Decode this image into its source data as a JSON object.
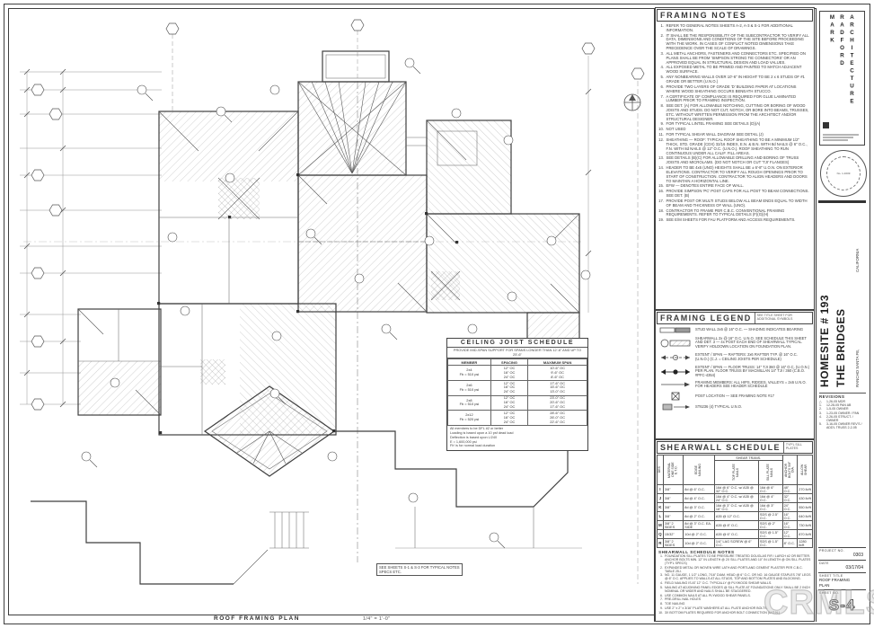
{
  "plan": {
    "title": "ROOF FRAMING PLAN",
    "scale": "1/4\" = 1'-0\"",
    "note_box": "SEE SHEETS S-1 & S-3 FOR TYPICAL NOTES SPECS ETC."
  },
  "watermark": "CRMLS",
  "colors": {
    "line": "#3f3f3f",
    "hatch": "#9a9a9a",
    "watermark": "#c9c9c9"
  },
  "framing_notes": {
    "title": "FRAMING NOTES",
    "items": [
      {
        "n": "1.",
        "t": "REFER TO GENERAL NOTES SHEETS A-2, A-3 & S-1 FOR ADDITIONAL INFORMATION."
      },
      {
        "n": "2.",
        "t": "IT SHALL BE THE RESPONSIBILITY OF THE SUBCONTRACTOR TO VERIFY ALL DATA, DIMENSIONS AND CONDITIONS OF THE SITE BEFORE PROCEEDING WITH THE WORK. IN CASES OF CONFLICT NOTED DIMENSIONS TAKE PRECEDENCE OVER THE SCALE OF DRAWINGS."
      },
      {
        "n": "3.",
        "t": "ALL METAL ANCHORS, FASTENERS AND CONNECTORS ETC. SPECIFIED ON PLANS SHALL BE FROM 'SIMPSON STRONG TIE CONNECTORS' OR AN APPROVED EQUAL IN STRUCTURAL DESIGN AND LOAD VALUES."
      },
      {
        "n": "4.",
        "t": "ALL EXPOSED METAL TO BE PRIMED AND PAINTED TO MATCH ADJACENT WOOD SURFACE."
      },
      {
        "n": "5.",
        "t": "ANY NONBEARING WALLS OVER 10'-6\" IN HEIGHT TO BE 2 x 6 STUDS OF #1 GRADE OR BETTER (U.N.O.)"
      },
      {
        "n": "6.",
        "t": "PROVIDE TWO LAYERS OF GRADE 'D' BUILDING PAPER AT LOCATIONS WHERE WOOD SHEATHING OCCURS BENEATH STUCCO."
      },
      {
        "n": "7.",
        "t": "A CERTIFICATE OF COMPLIANCE IS REQUIRED FOR GLUE LAMINATED LUMBER PRIOR TO FRAMING INSPECTION."
      },
      {
        "n": "8.",
        "t": "SEE DET. (A) FOR ALLOWABLE NOTCHING, CUTTING OR BORING OF WOOD JOISTS AND STUDS. DO NOT CUT, NOTCH, OR BORE INTO BEAMS, TRUSSES, ETC. WITHOUT WRITTEN PERMISSION FROM THE ARCHITECT AND/OR STRUCTURAL DESIGNER."
      },
      {
        "n": "9.",
        "t": "FOR TYPICAL LINTEL FRAMING SEE DETAILS (D)(A)"
      },
      {
        "n": "10.",
        "t": "NOT USED"
      },
      {
        "n": "11.",
        "t": "FOR TYPICAL SHEAR WALL DIAGRAM SEE DETAIL (J)"
      },
      {
        "n": "12.",
        "t": "SHEATHING — ROOF: TYPICAL ROOF SHEATHING TO BE A MINIMUM 1/2\" THICK, STD. GRADE (CDX) 32/16 INDEX, E.N. & B.N. WITH 8d NAILS @ 6\" O.C., F.N. WITH 8d NAILS @ 12\" O.C. (U.N.O.). ROOF SHEATHING TO RUN CONTINUOUS UNDER ALL CALIF. FILL AREAS."
      },
      {
        "n": "13.",
        "t": "SEE DETAILS (B)(C) FOR ALLOWABLE DRILLING AND BORING OF TRUSS JOISTS AND MICROLAMS. (DO NOT NOTCH OR CUT 'TJI' FLANGES)"
      },
      {
        "n": "14.",
        "t": "HEADER TO BE 4x6 (UNO) HEIGHTS SHALL BE ± 6'-8\" U.O.N. ON EXTERIOR ELEVATIONS. CONTRACTOR TO VERIFY ALL ROUGH OPENINGS PRIOR TO START OF CONSTRUCTION. CONTRACTOR TO ALIGN HEADERS AND DOORS TO MAINTAIN A HORIZONTAL LINE."
      },
      {
        "n": "15.",
        "t": "EFW — DENOTES ENTIRE FACE OF WALL."
      },
      {
        "n": "16.",
        "t": "PROVIDE SIMPSON 'PC' POST CAPS FOR ALL POST TO BEAM CONNECTIONS. SEE DET. (B)"
      },
      {
        "n": "17.",
        "t": "PROVIDE POST OR MULTI STUDS BELOW ALL BEAM ENDS EQUAL TO WIDTH OF BEAM AND THICKNESS OF WALL (UNO)."
      },
      {
        "n": "18.",
        "t": "CONTRACTOR TO FRAME PER C.B.C. CONVENTIONAL FRAMING REQUIREMENTS. REFER TO TYPICAL DETAILS (F)(G)(H)"
      },
      {
        "n": "19.",
        "t": "SEE E/M SHEETS FOR FAU PLATFORM AND ACCESS REQUIREMENTS."
      }
    ]
  },
  "framing_legend": {
    "title": "FRAMING LEGEND",
    "side_note": "SEE TITLE SHEET FOR ADDITIONAL SYMBOLS",
    "items": [
      {
        "symbol": "stud-wall",
        "text": "STUD WALL 2x6 @ 16\" O.C. — SHADING INDICATES BEARING"
      },
      {
        "symbol": "shearwall",
        "text": "SHEARWALL 2x @ 16\" O.C. U.N.O. SEE SCHEDULE THIS SHEET AND DET. 3 — 4x POST EACH END OF SHEARWALL TYPICAL. VERIFY HOLDOWN LOCATION ON FOUNDATION PLAN."
      },
      {
        "symbol": "rafter-extent",
        "text": "EXTENT / SPAN — RAFTERS: 2x6 RAFTER TYP. @ 16\" O.C. (U.N.O.) (C.J. = CEILING JOISTS PER SCHEDULE)"
      },
      {
        "symbol": "floor-truss-extent",
        "text": "EXTENT / SPAN — FLOOR TRUSS: 14\" TJI 360 @ 16\" O.C. (U.O.N.) PER PLAN. FLOOR TRUSS BY MACMILLAN 14\" TJI / 360 (C.B.O. #PFC-4354)"
      },
      {
        "symbol": "framing-member",
        "text": "FRAMING MEMBERS: ALL HIPS, RIDGES, VALLEYS = 2x6 U.N.O. FOR HEADERS SEE HEADER SCHEDULE"
      },
      {
        "symbol": "post",
        "text": "POST LOCATION — SEE FRAMING NOTE #17"
      },
      {
        "symbol": "strap",
        "text": "ST6236 (4) TYPICAL U.N.O."
      }
    ]
  },
  "ceiling_joist_schedule": {
    "title": "CEILING JOIST SCHEDULE",
    "subtitle": "PROVIDE MID-SPAN SUPPORT FOR SPANS LONGER THAN 12'-6\" AND UP TO 25'-6\"",
    "columns": [
      "MEMBER",
      "SPACING",
      "MAXIMUM SPAN"
    ],
    "rows": [
      {
        "member": "2x4",
        "fb": "Fb = 510 psi",
        "s0": "12\" OC",
        "s1": "16\" OC",
        "s2": "24\" OC",
        "m0": "10'-6\" OC",
        "m1": "9'-6\" OC",
        "m2": "8'-6\" OC"
      },
      {
        "member": "2x6",
        "fb": "Fb = 510 psi",
        "s0": "12\" OC",
        "s1": "16\" OC",
        "s2": "24\" OC",
        "m0": "17'-6\" OC",
        "m1": "15'-6\" OC",
        "m2": "13'-0\" OC"
      },
      {
        "member": "2x8",
        "fb": "Fb = 510 psi",
        "s0": "12\" OC",
        "s1": "16\" OC",
        "s2": "24\" OC",
        "m0": "23'-0\" OC",
        "m1": "20'-6\" OC",
        "m2": "17'-6\" OC"
      },
      {
        "member": "2x12",
        "fb": "Fb = 520 psi",
        "s0": "12\" OC",
        "s1": "16\" OC",
        "s2": "24\" OC",
        "m0": "28'-6\" OC",
        "m1": "26'-0\" OC",
        "m2": "22'-6\" OC"
      }
    ],
    "footnotes": [
      "All members to be DFL #2 or better",
      "Loading is based upon a 10 psf dead load",
      "Deflection is based upon L/240",
      "E = 1,600,000 psi",
      "Fb' is for normal load duration"
    ]
  },
  "shearwall_schedule": {
    "title": "SHEARWALL SCHEDULE",
    "corner_note": "TYP'L SILL PLATES",
    "col_des": "DES",
    "col_material": "MATERIAL ONE SIDE E.T.O.",
    "col_edge": "EDGE NAILING",
    "col_shear_trans": "SHEAR TRANS.",
    "col_top": "TOP PLATE NAILS",
    "col_sill": "SILL PLATE NAILS",
    "col_anchor": "ANCHOR BOLTS 5/8\" DIA.",
    "col_allow": "ALLOW SHEAR",
    "rows": [
      {
        "des": "I",
        "material": "3/8\"",
        "edge": "8d @ 6\" O.C.",
        "top": "16d @ 6\" O.C. w/ A35 @ 32\" O.C.",
        "sill": "16d @ 6\" O.C.",
        "anchor": "48\" O.C.",
        "shear": "270 lb/ft"
      },
      {
        "des": "J",
        "material": "3/8\"",
        "edge": "8d @ 4\" O.C.",
        "top": "16d @ 4\" O.C. w/ A35 @ 24\" O.C.",
        "sill": "16d @ 4\" O.C.",
        "anchor": "32\" O.C.",
        "shear": "430 lb/ft"
      },
      {
        "des": "K",
        "material": "3/8\"",
        "edge": "8d @ 3\" O.C.",
        "top": "16d @ 3\" O.C. w/ A35 @ 16\" O.C.",
        "sill": "16d @ 3\" O.C.",
        "anchor": "24\" O.C.",
        "shear": "550 lb/ft"
      },
      {
        "des": "L",
        "material": "3/8\"",
        "edge": "8d @ 2\" O.C.",
        "top": "A35 @ 12\" O.C.",
        "sill": "SDS @ 2.5\" O.C.",
        "anchor": "16\" O.C.",
        "shear": "640 lb/ft"
      },
      {
        "des": "M",
        "material": "3/8\" 2 SIDES",
        "edge": "8d @ 3\" O.C. EA. SIDE",
        "top": "A35 @ 8\" O.C.",
        "sill": "SDS @ 2\" O.C.",
        "anchor": "16\" O.C.",
        "shear": "730 lb/ft"
      },
      {
        "des": "Q",
        "material": "15/32\"",
        "edge": "10d @ 2\" O.C.",
        "top": "A35 @ 6\" O.C.",
        "sill": "SDS @ 1.5\" O.C.",
        "anchor": "12\" O.C.",
        "shear": "870 lb/ft"
      },
      {
        "des": "R",
        "material": "3/8\" 2 SIDES",
        "edge": "10d @ 2\" O.C.",
        "top": "1/4\" LAG SCREW @ 6\" O.C.",
        "sill": "SDS @ 1.5\" O.C.",
        "anchor": "8\" O.C.",
        "shear": "1280 lb/ft"
      }
    ],
    "notes_title": "SHEARWALL SCHEDULE NOTES",
    "notes": [
      {
        "n": "1.",
        "t": "FOUNDATION SILL PLATES TO BE PRESSURE TREATED DOUGLAS FIR / LARCH #2 OR BETTER. ANCHOR BOLTS MIN. 12\" IN LENGTH @ 2X SILL PLATES AND 10\" IN LENGTH @ ON SILL PLATES (TYP'L SPECS)"
      },
      {
        "n": "2.",
        "t": "EXPANDED METAL OR WOVEN WIRE LATH AND PORTLAND CEMENT PLASTER PER C.B.C. TABLE 25-I."
      },
      {
        "n": "3.",
        "t": "NO. 11 GAUGE, 1 1/2\" LONG, 7/16\" DIAM. HEAD @ 6\" O.C. OR NO. 16 GAUGE STAPLES 7/8\" LEGS @ 6\" O.C. APPLIES TO WALLS AT ALL STUDS, TOP AND BOTTOM PLATES AND BLOCKING."
      },
      {
        "n": "4.",
        "t": "FIELD NAILING IS AT 12\" O.C. TYPICALLY @ PLYWOOD SHEAR WALLS."
      },
      {
        "n": "5.",
        "t": "NAILING AT ADJOINING PANEL EDGES @ SILL PLATE AT FOUNDATIONS ONLY SHALL BE 2 INCH NOMINAL OR WIDER AND NAILS SHALL BE STAGGERED."
      },
      {
        "n": "6.",
        "t": "USE COMMON NAILS AT ALL PLYWOOD SHEAR PANELS."
      },
      {
        "n": "7.",
        "t": "PRE-DRILL NAIL HOLES"
      },
      {
        "n": "8.",
        "t": "TOE NAILING"
      },
      {
        "n": "9.",
        "t": "USE 2\" x 2\" x 3/16\" PLATE WASHERS AT ALL PLATE ANCHOR BOLTS."
      },
      {
        "n": "10.",
        "t": "3X BOTTOM PLATES REQUIRED FOR ANCHOR BOLT CONNECTION (U.O.N.)"
      }
    ]
  },
  "title_block": {
    "firm_words": [
      "MARK",
      "RADFORD",
      "ARCHITECTURE"
    ],
    "stamp_no": "No. 1-1609",
    "project_line1": "HOMESITE # 193",
    "project_line2": "THE BRIDGES",
    "location_line1": "RANCHO SANTA FE,",
    "location_line2": "CALIFORNIA",
    "revisions_title": "REVISIONS",
    "revisions": [
      {
        "m": "△",
        "t": "1-26-05 MDR"
      },
      {
        "m": "1.",
        "t": "12-28-05 PAN AB"
      },
      {
        "m": "2.",
        "t": "1-5-05 OWNER"
      },
      {
        "m": "3.",
        "t": "1-23-05 OWNER / PAN"
      },
      {
        "m": "4.",
        "t": "2-26-05 STRUCT. / OWNER"
      },
      {
        "m": "5.",
        "t": "3-16-05 OWNER REV'S / ADD'L TRUSS 2-2-05"
      }
    ],
    "project_no_label": "PROJECT NO.",
    "project_no": "0303",
    "date_label": "DATE",
    "date": "03/17/04",
    "sheet_title_label": "SHEET TITLE",
    "sheet_title_1": "ROOF FRAMING",
    "sheet_title_2": "PLAN",
    "sheet_no_label": "SHEET NO.",
    "sheet_no": "S-4"
  }
}
